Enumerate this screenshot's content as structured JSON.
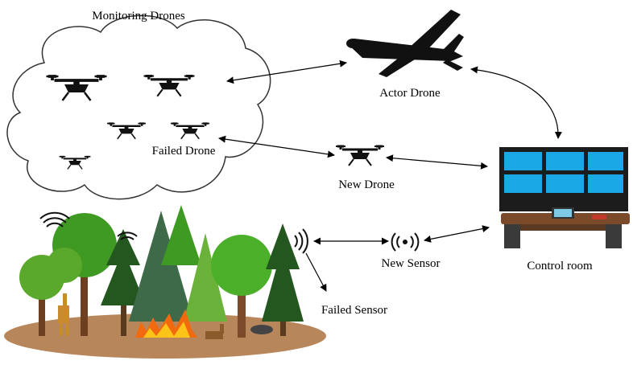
{
  "labels": {
    "monitoring_drones": "Monitoring Drones",
    "actor_drone": "Actor Drone",
    "failed_drone": "Failed Drone",
    "new_drone": "New Drone",
    "control_room": "Control room",
    "new_sensor": "New Sensor",
    "failed_sensor": "Failed Sensor"
  },
  "colors": {
    "screen": "#1aa9e6",
    "console_frame": "#1c1c1c",
    "desk_top": "#7a4a2a",
    "ground": "#b7865a",
    "tree_green": "#3f9a24",
    "tree_dark": "#24561f",
    "fire": "#f26a10"
  }
}
